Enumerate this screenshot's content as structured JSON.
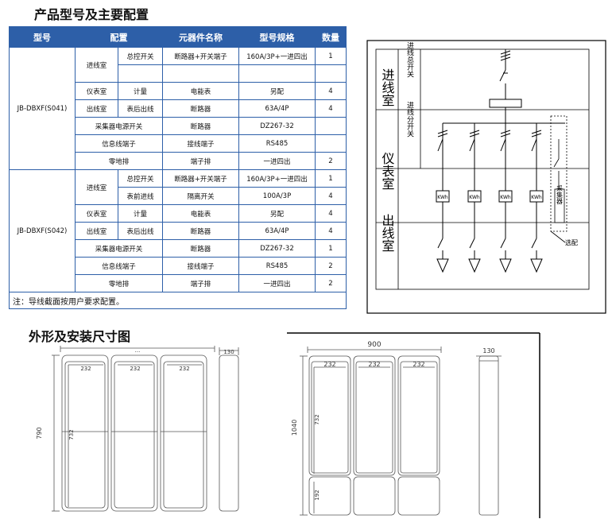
{
  "titles": {
    "spec": "产品型号及主要配置",
    "dims": "外形及安装尺寸图"
  },
  "table": {
    "headers": [
      "型号",
      "配置",
      "元器件名称",
      "型号规格",
      "数量"
    ],
    "groups": [
      {
        "model": "JB-DBXF(S041)",
        "rows": [
          [
            "进线室",
            "总控开关",
            "断路器+开关端子",
            "160A/3P+一进四出",
            "1"
          ],
          [
            "",
            "",
            "",
            "",
            ""
          ],
          [
            "仪表室",
            "计量",
            "电能表",
            "另配",
            "4"
          ],
          [
            "出线室",
            "表后出线",
            "断路器",
            "63A/4P",
            "4"
          ],
          [
            "采集器电源开关",
            "",
            "断路器",
            "DZ267-32",
            ""
          ],
          [
            "信息线端子",
            "",
            "接线端子",
            "RS485",
            ""
          ],
          [
            "零地排",
            "",
            "端子排",
            "一进四出",
            "2"
          ]
        ]
      },
      {
        "model": "JB-DBXF(S042)",
        "rows": [
          [
            "进线室",
            "总控开关",
            "断路器+开关端子",
            "160A/3P+一进四出",
            "1"
          ],
          [
            "",
            "表前进线",
            "隔离开关",
            "100A/3P",
            "4"
          ],
          [
            "仪表室",
            "计量",
            "电能表",
            "另配",
            "4"
          ],
          [
            "出线室",
            "表后出线",
            "断路器",
            "63A/4P",
            "4"
          ],
          [
            "采集器电源开关",
            "",
            "断路器",
            "DZ267-32",
            "1"
          ],
          [
            "信息线端子",
            "",
            "接线端子",
            "RS485",
            "2"
          ],
          [
            "零地排",
            "",
            "端子排",
            "一进四出",
            "2"
          ]
        ]
      }
    ],
    "note": "注：导线截面按用户要求配置。"
  },
  "diagram": {
    "sections": [
      "进线室",
      "仪表室",
      "出线室"
    ],
    "sublabels": [
      "进线总开关",
      "进线分开关"
    ],
    "meter": "KWh",
    "collector": "采集器",
    "optional": "选配"
  },
  "dims1": {
    "w": "232",
    "h_total": "790",
    "h_inner": "732",
    "depth": "130",
    "top": "..."
  },
  "dims2": {
    "w_total": "900",
    "w": "232",
    "h_total": "1040",
    "h_inner": "732",
    "h_bottom": "192",
    "depth": "130"
  }
}
